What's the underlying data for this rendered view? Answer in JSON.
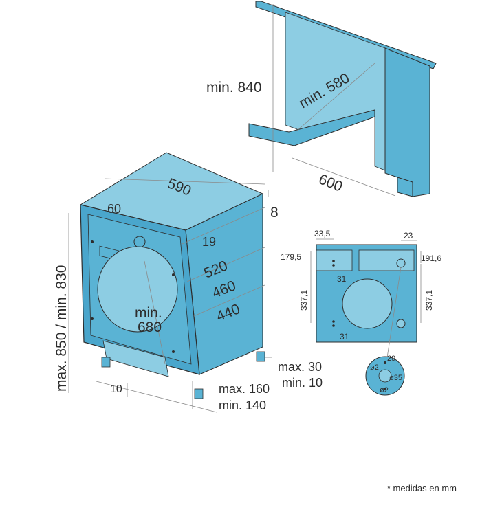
{
  "colors": {
    "body_fill": "#5ab3d4",
    "body_fill_light": "#8dcde3",
    "panel_fill": "#4aa6cc",
    "outline": "#2d2d2d",
    "dimension_line": "#8a8a8a"
  },
  "niche": {
    "height_label": "min. 840",
    "depth_label": "min. 580",
    "width_label": "600"
  },
  "appliance": {
    "width_label": "590",
    "door_offset_label": "60",
    "gap_label": "8",
    "top_gap_label": "19",
    "depth_520_label": "520",
    "depth_460_label": "460",
    "depth_440_label": "440",
    "door_min_label_line1": "min.",
    "door_min_label_line2": "680",
    "height_label": "max. 850 / min. 830",
    "side_offset_label": "10",
    "feet_max_label": "max. 30",
    "feet_min_label": "min. 10",
    "plinth_max_label": "max. 160",
    "plinth_min_label": "min. 140"
  },
  "door_template": {
    "label_33_5": "33,5",
    "label_23": "23",
    "label_179_5": "179,5",
    "label_191_6": "191,6",
    "label_31_top": "31",
    "label_31_bottom": "31",
    "label_337_1_left": "337,1",
    "label_337_1_right": "337,1",
    "hinge_label_29": "29",
    "hinge_label_d2_top": "ø2",
    "hinge_label_d35": "ø35",
    "hinge_label_d2_bottom": "ø2"
  },
  "footnote": "* medidas en mm"
}
